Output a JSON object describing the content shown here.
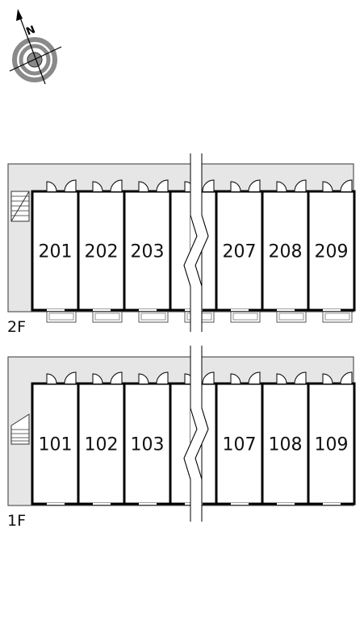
{
  "floors": [
    {
      "label": "2F",
      "rooms_left": [
        "201",
        "202",
        "203"
      ],
      "rooms_right": [
        "207",
        "208",
        "209"
      ],
      "has_balconies": true
    },
    {
      "label": "1F",
      "rooms_left": [
        "101",
        "102",
        "103"
      ],
      "rooms_right": [
        "107",
        "108",
        "109"
      ],
      "has_balconies": false
    }
  ],
  "compass": {
    "north_label": "N",
    "icon": "compass-rose-icon"
  },
  "colors": {
    "corridor": "#e6e6e6",
    "wall": "#000000",
    "outline": "#555555",
    "background": "#ffffff",
    "compass_ring": "#8a8a8a"
  }
}
